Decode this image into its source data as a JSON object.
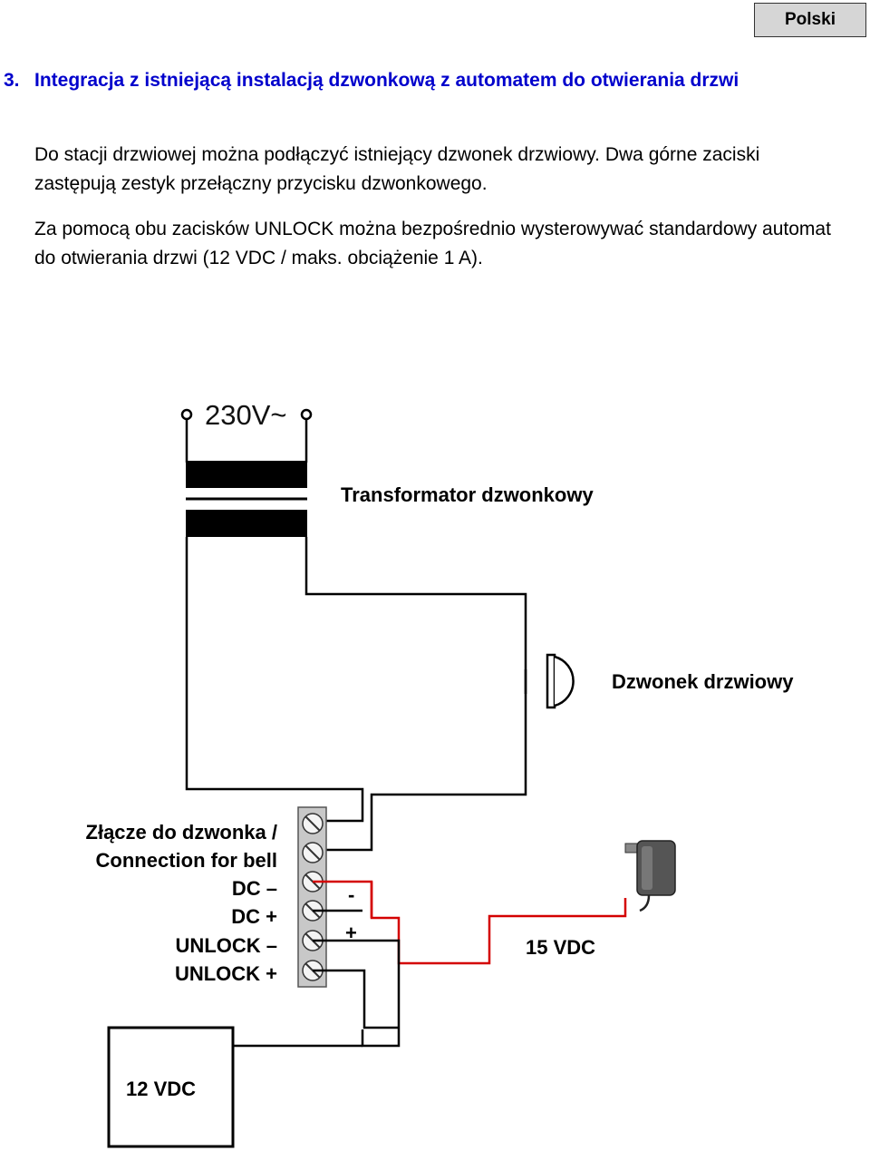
{
  "header": {
    "language": "Polski"
  },
  "section": {
    "number": "3.",
    "title": "Integracja z istniejącą instalacją dzwonkową z automatem do otwierania drzwi"
  },
  "paragraphs": [
    "Do stacji drzwiowej można podłączyć istniejący dzwonek drzwiowy. Dwa górne zaciski zastępują zestyk przełączny przycisku dzwonkowego.",
    "Za pomocą obu zacisków UNLOCK można bezpośrednio wysterowywać standardowy automat do otwierania drzwi (12  VDC / maks. obciążenie 1 A)."
  ],
  "diagram": {
    "mains_label": "230V~",
    "transformer_label": "Transformator dzwonkowy",
    "bell_label": "Dzwonek drzwiowy",
    "connector_label_line1": "Złącze do dzwonka /",
    "connector_label_line2": "Connection for bell",
    "terminals": [
      "DC –",
      "DC +",
      "UNLOCK –",
      "UNLOCK +"
    ],
    "polarity_minus": "-",
    "polarity_plus": "+",
    "adapter_label": "15 VDC",
    "door_opener_label": "12 VDC",
    "wire_color_red": "#d40000"
  }
}
